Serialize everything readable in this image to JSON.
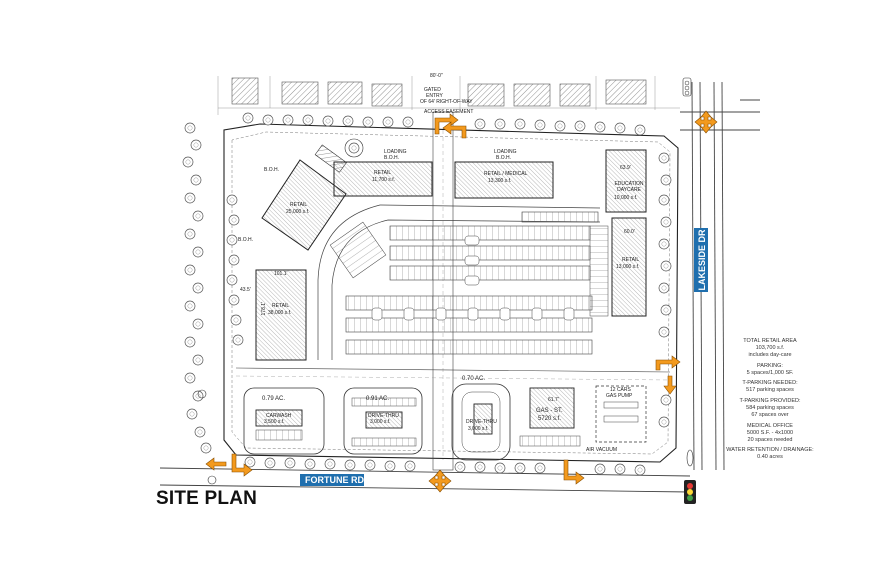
{
  "title": "SITE PLAN",
  "roads": {
    "south": "FORTUNE RD",
    "east": "LAKESIDE DR"
  },
  "entry": {
    "line1": "GATED",
    "line2": "ENTRY",
    "line3": "OF 64' RIGHT-OF-WAY",
    "width": "80'-0\"",
    "access": "ACCESS EASEMENT"
  },
  "buildings": {
    "retail_25000": {
      "name": "RETAIL",
      "area": "25,000 s.f."
    },
    "retail_11700": {
      "name": "RETAIL",
      "area": "11,700 s.f.",
      "loading": "LOADING",
      "boh": "B.O.H."
    },
    "retail_medical": {
      "name": "RETAIL / MEDICAL",
      "area": "13,300 s.f.",
      "loading": "LOADING",
      "boh": "B.O.H."
    },
    "education_daycare": {
      "name": "EDUCATION DAYCARE",
      "area": "10,000 s.f.",
      "dim": "63.9'"
    },
    "retail_13000": {
      "name": "RETAIL",
      "area": "13,000 s.f.",
      "dim": "60.0'"
    },
    "retail_38000": {
      "name": "RETAIL",
      "area": "38,000 s.f.",
      "dim_top": "101.1'",
      "dim_side": "178.1'",
      "dim_left": "43.5'"
    },
    "boh_1": "B.O.H.",
    "boh_2": "B.O.H.",
    "carwash": {
      "name": "CARWASH",
      "area": "3,500 s.f.",
      "acres": "0.79 AC."
    },
    "drive_thru_1": {
      "name": "DRIVE-THRU",
      "area": "3,000 s.f.",
      "acres": "0.91 AC."
    },
    "drive_thru_2": {
      "name": "DRIVE-THRU",
      "area": "3,000 s.f.",
      "acres": "0.70 AC."
    },
    "gas_station": {
      "name": "GAS - ST.",
      "area": "5720 s.f.",
      "dim": "61.7'"
    },
    "gas_pump": {
      "line1": "12 CARS",
      "line2": "GAS PUMP"
    },
    "air_vacuum": "AIR VACUUM"
  },
  "notes": {
    "total_retail_label": "TOTAL RETAIL AREA",
    "total_retail_value": "103,700 s.f.",
    "total_retail_note": "includes day-care",
    "parking_label": "PARKING:",
    "parking_ratio": "5 spaces/1,000 SF.",
    "needed_label": "T-PARKING NEEDED:",
    "needed_value": "517 parking spaces",
    "provided_label": "T-PARKING PROVIDED:",
    "provided_value": "584 parking spaces",
    "provided_over": "67 spaces over",
    "medical_label": "MEDICAL OFFICE",
    "medical_value": "5000 S.F. - 4x1000",
    "medical_needed": "20 spaces needed",
    "water_label": "WATER RETENTION / DRAINAGE:",
    "water_value": "0.40 acres"
  },
  "colors": {
    "arrow": "#f39a1e",
    "road_label_bg": "#1f6fae",
    "linework": "#333333",
    "tree": "#555555"
  },
  "icons": {
    "access_arrow": "access-arrow-icon",
    "traffic_light": "traffic-light-icon",
    "north": "north-arrow-icon"
  }
}
